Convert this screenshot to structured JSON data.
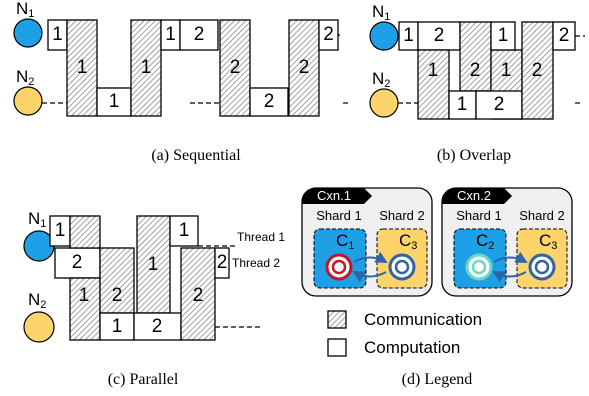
{
  "nodes": {
    "n1": "N",
    "n1_sub": "1",
    "n2": "N",
    "n2_sub": "2"
  },
  "panels": {
    "a": {
      "caption": "(a) Sequential"
    },
    "b": {
      "caption": "(b) Overlap"
    },
    "c": {
      "caption": "(c) Parallel",
      "thread1": "Thread 1",
      "thread2": "Thread 2"
    },
    "d": {
      "caption": "(d) Legend"
    }
  },
  "labels": {
    "one": "1",
    "two": "2"
  },
  "legend": {
    "cxn1": "Cxn.1",
    "cxn2": "Cxn.2",
    "shard1": "Shard 1",
    "shard2": "Shard 2",
    "c1": "C",
    "c1_sub": "1",
    "c2": "C",
    "c2_sub": "2",
    "c3": "C",
    "c3_sub": "3",
    "communication": "Communication",
    "computation": "Computation"
  },
  "colors": {
    "n1": "#1ea0e6",
    "n2": "#fdd36b",
    "shard1_bg": "#1ea0e6",
    "shard2_bg": "#fdd36b",
    "c1_ring": "#c0182a",
    "c2_ring": "#6dd6c2",
    "c3_ring": "#2f64a8",
    "conn_box": "#f0f0f0",
    "header": "#000000"
  }
}
